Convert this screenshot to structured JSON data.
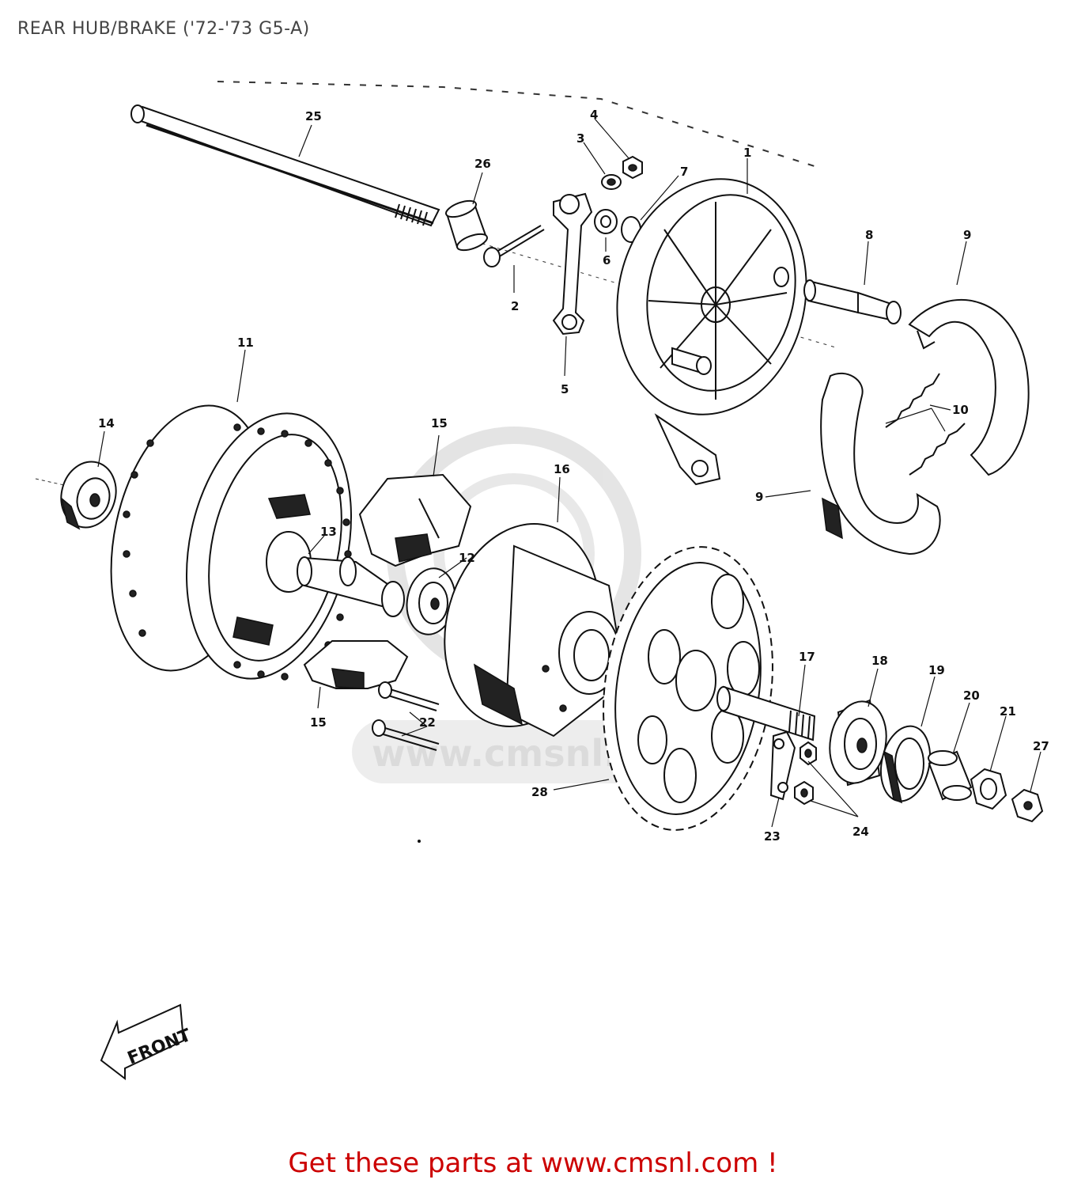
{
  "title": "REAR HUB/BRAKE ('72-'73 G5-A)",
  "footer": "Get these parts at www.cmsnl.com !",
  "watermark": "www.cmsnl.com",
  "front_label": "FRONT",
  "colors": {
    "footer_text": "#cc0000",
    "title_text": "#444444",
    "watermark": "#d8d8d8"
  },
  "callouts": {
    "c1": "1",
    "c2": "2",
    "c3": "3",
    "c4": "4",
    "c5": "5",
    "c6": "6",
    "c7": "7",
    "c8": "8",
    "c9a": "9",
    "c9b": "9",
    "c10": "10",
    "c11": "11",
    "c12": "12",
    "c13": "13",
    "c14": "14",
    "c15a": "15",
    "c15b": "15",
    "c16": "16",
    "c17": "17",
    "c18": "18",
    "c19": "19",
    "c20": "20",
    "c21": "21",
    "c22": "22",
    "c23": "23",
    "c24": "24",
    "c25": "25",
    "c26": "26",
    "c27": "27",
    "c28": "28"
  }
}
